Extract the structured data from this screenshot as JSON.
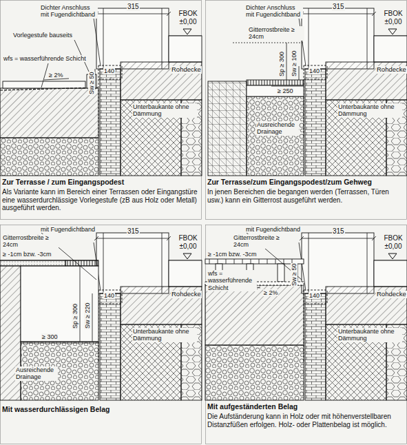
{
  "diagram": {
    "labels": [
      "315",
      "Dichter Anschluss mit Fugendichtband",
      "FBOK ±0,00",
      "Vorlegestufe bauseits",
      "wfs = wasserführende Schicht",
      "≥ 2%",
      "140",
      "Sw ≥ 50",
      "Rohdecke",
      "Unterbaukante ohne Dämmung",
      "Zur Terrasse / zum Eingangspodest",
      "Als Variante kann im Bereich einer Terrassen oder Eingangstüre eine wasserdurchlässige Vorlegestufe (zB aus Holz oder Metall) ausgeführt werden.",
      "315",
      "Dichter Anschluss mit Fugendichtband",
      "FBOK ±0,00",
      "Gitterrostbreite ≥ 24cm",
      "140",
      "Sp ≥ 300",
      "Sw ≥ 100",
      "Rohdecke",
      "≥ 250",
      "Unterbaukante ohne Dämmung",
      "Ausreichende Drainage",
      "Zur Terrasse/zum Eingangspodest/zum Gehweg",
      "In jenen Bereichen die begangen werden (Terrassen, Türen usw.) kann ein Gitterrost ausgeführt werden.",
      "mit Fugendichtband",
      "315",
      "FBOK ±0,00",
      "Gitterrostbreite ≥ 24cm",
      "≥ -1cm bzw. -3cm",
      "140",
      "Rohdecke",
      "Sp ≥ 300",
      "Sw ≥ 220",
      "≥ 300",
      "Unterbaukante ohne Dämmung",
      "Ausreichende Drainage",
      "Mit wasserdurchlässigen Belag",
      "mit Fugendichtband",
      "315",
      "FBOK ±0,00",
      "Gitterrostbreite ≥ 24cm",
      "≥ -1cm bzw. -3cm",
      "wfs = wasserführende Schicht",
      "140",
      "Rohdecke",
      "Sw ≥ 50",
      "≥ 2%",
      "Unterbaukante ohne Dämmung",
      "Mit aufgeständerten Belag",
      "Die Aufständerung kann in Holz oder mit höhenverstellbaren Distanzfüßen erfolgen. Holz- oder Plattenbelag ist möglich."
    ]
  }
}
